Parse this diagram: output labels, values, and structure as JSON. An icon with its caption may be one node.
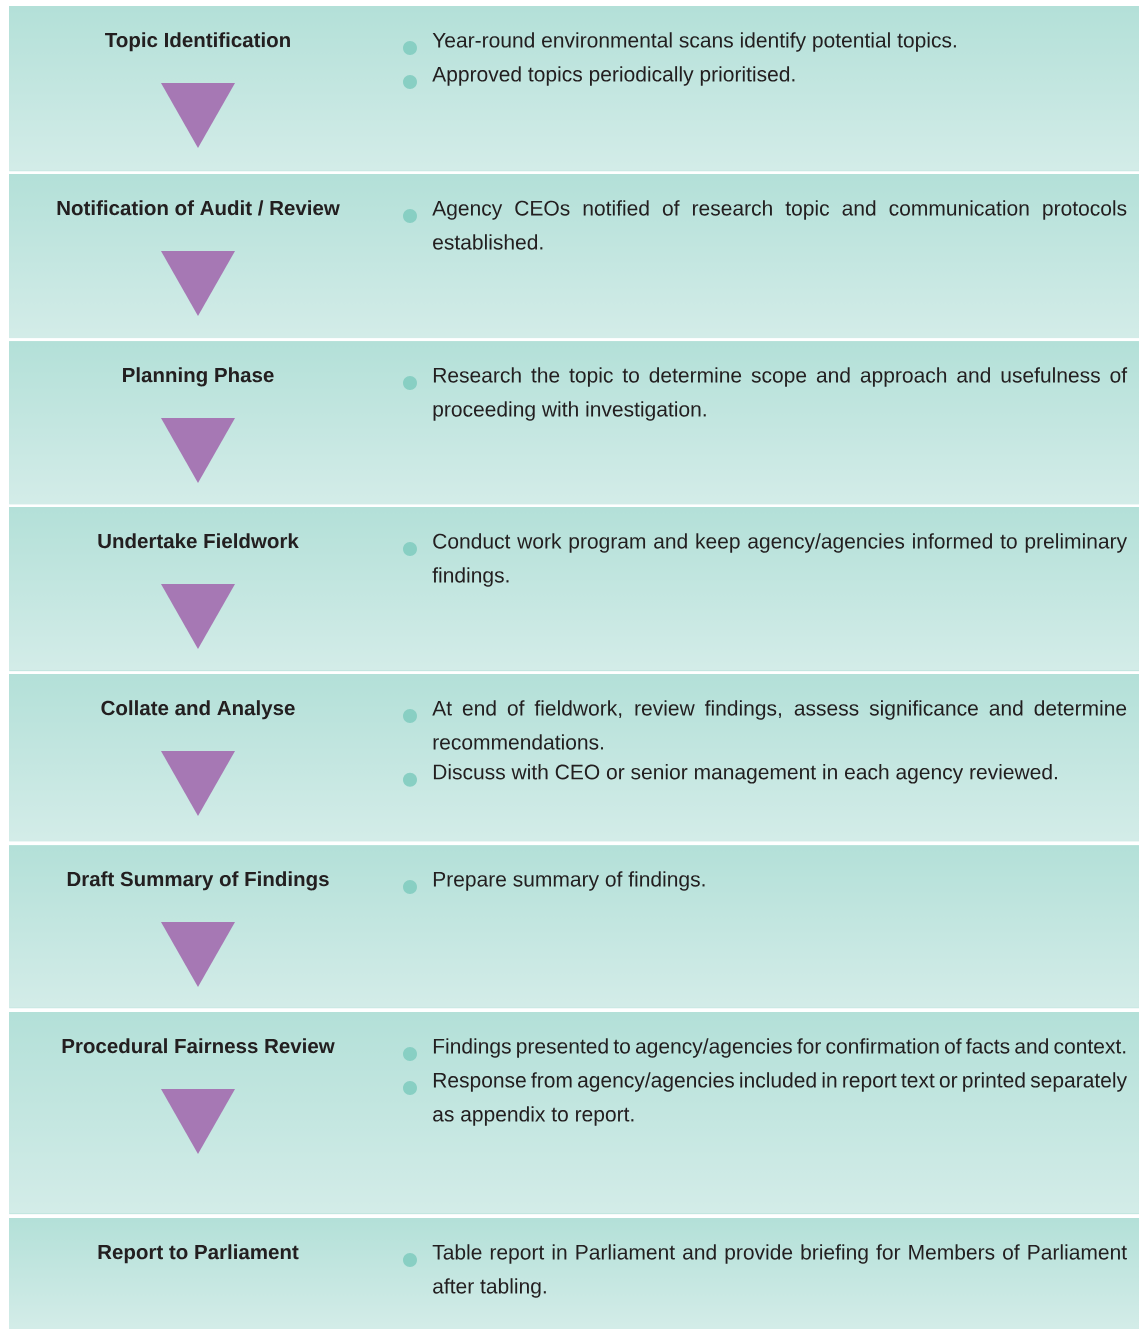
{
  "diagram": {
    "nodes": [
      {
        "text": [
          "Topic Identification",
          "Year-round environmental scans identify potential topics.",
          "Approved topics periodically prioritised."
        ]
      },
      {
        "text": [],
        "shape": "triangle",
        "in": 0
      },
      {
        "text": [
          "Notification of Audit / Review",
          "Agency CEOs notified of research topic and communication protocols established."
        ]
      },
      {
        "text": [],
        "shape": "triangle",
        "in": 2
      },
      {
        "text": [
          "Planning Phase",
          "Research the topic to determine scope and approach and usefulness of proceeding with investigation."
        ]
      },
      {
        "text": [],
        "shape": "triangle",
        "in": 4
      },
      {
        "text": [
          "Undertake Fieldwork",
          "Conduct work program and keep agency/agencies informed to preliminary findings."
        ]
      },
      {
        "text": [],
        "shape": "triangle",
        "in": 6
      },
      {
        "text": [
          "Collate and Analyse",
          "At end of fieldwork, review findings, assess significance and determine recommendations.",
          "Discuss with CEO or senior management in each agency reviewed."
        ]
      },
      {
        "text": [],
        "shape": "triangle",
        "in": 8
      },
      {
        "text": [
          "Draft Summary of Findings",
          "Prepare summary of findings."
        ]
      },
      {
        "text": [],
        "shape": "triangle",
        "in": 10
      },
      {
        "text": [
          "Procedural Fairness Review",
          "Findings presented to agency/agencies for confirmation of facts and context.",
          "Response from agency/agencies included in report text or printed separately as appendix to report."
        ]
      },
      {
        "text": [],
        "shape": "triangle",
        "in": 12
      },
      {
        "text": [
          "Report to Parliament",
          "Table report in Parliament and provide briefing for Members of Parliament after tabling."
        ]
      }
    ]
  }
}
